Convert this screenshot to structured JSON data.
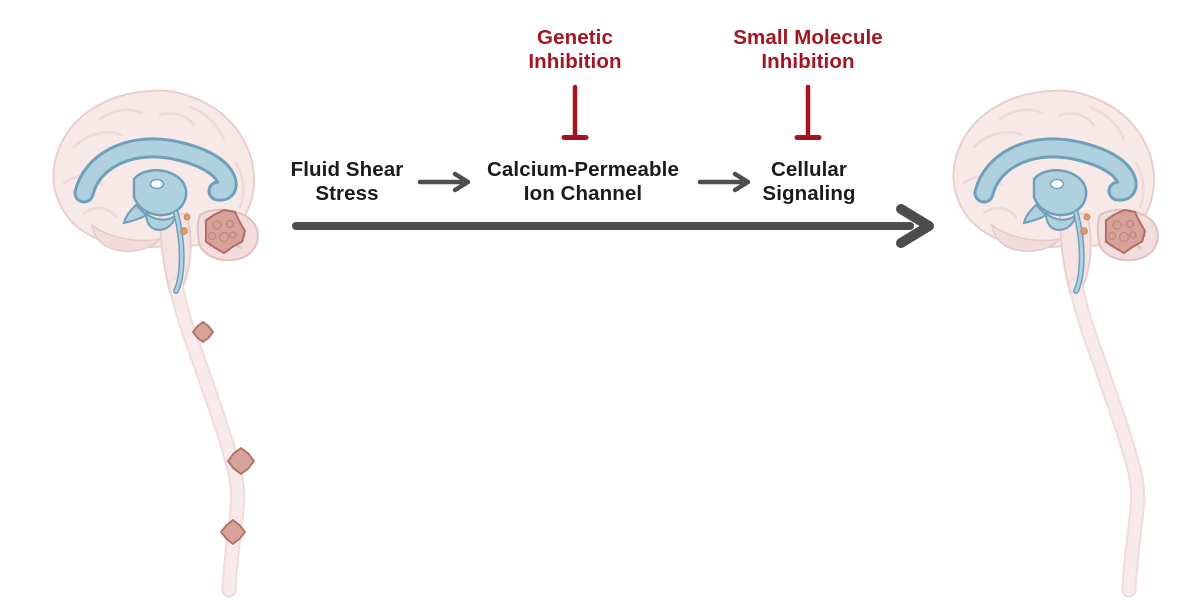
{
  "diagram": {
    "type": "biological-pathway-schematic",
    "background": "#FFFFFF"
  },
  "inhibitors": [
    {
      "label": "Genetic Inhibition",
      "lines": [
        "Genetic",
        "Inhibition"
      ],
      "symbol": "t-bar-inhibition"
    },
    {
      "label": "Small Molecule Inhibition",
      "lines": [
        "Small Molecule",
        "Inhibition"
      ],
      "symbol": "t-bar-inhibition"
    }
  ],
  "pathway": {
    "steps": [
      {
        "label": "Fluid Shear Stress",
        "lines": [
          "Fluid Shear",
          "Stress"
        ]
      },
      {
        "label": "Calcium-Permeable Ion Channel",
        "lines": [
          "Calcium-Permeable",
          "Ion Channel"
        ]
      },
      {
        "label": "Cellular Signaling",
        "lines": [
          "Cellular",
          "Signaling"
        ]
      }
    ],
    "flow_arrow_glyph": "→"
  },
  "figures": {
    "left": {
      "name": "brain-and-spinal-cord-with-tumors",
      "spinal_tumors": 3,
      "brainstem_tumor": true
    },
    "right": {
      "name": "brain-and-spinal-cord-spine-tumor-free",
      "spinal_tumors": 0,
      "brainstem_tumor": true
    }
  },
  "colors": {
    "inhibition_red": "#A31521",
    "arrow_gray": "#4D4D4D",
    "label_dark": "#1B1B1B",
    "brain_pink": "#F8E9E9",
    "brain_outline": "#E8CFCF",
    "ventricle_blue": "#AFD0DF",
    "ventricle_outline": "#6FA0B8",
    "tumor_fill": "#D8A29B",
    "tumor_outline": "#AE6F64"
  }
}
